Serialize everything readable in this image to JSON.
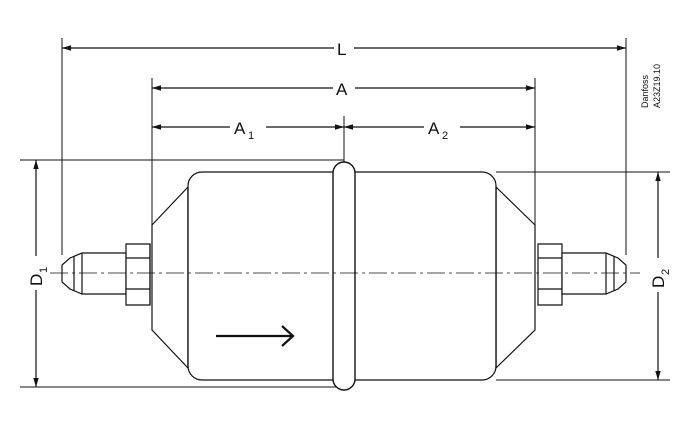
{
  "labels": {
    "L": "L",
    "A": "A",
    "A1": "A",
    "A1_sub": "1",
    "A2": "A",
    "A2_sub": "2",
    "D1": "D",
    "D1_sub": "1",
    "D2": "D",
    "D2_sub": "2"
  },
  "watermark": {
    "line1": "Danfoss",
    "line2": "A23Z19.10"
  },
  "colors": {
    "line": "#111111",
    "background": "#ffffff"
  }
}
